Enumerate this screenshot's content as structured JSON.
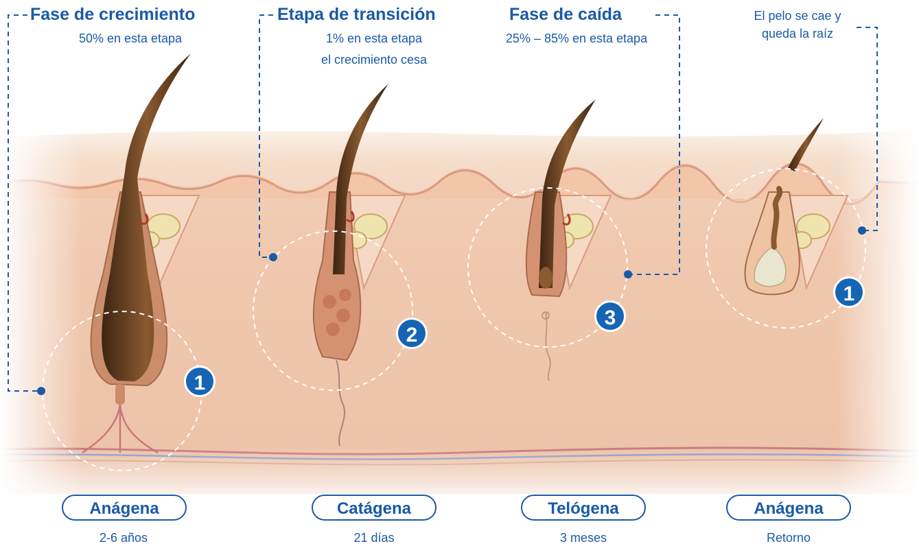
{
  "phases": [
    {
      "title": "Fase de crecimiento",
      "line1": "50% en esta etapa",
      "line2": "",
      "badge": "1",
      "name": "Anágena",
      "duration": "2-6 años"
    },
    {
      "title": "Etapa de transición",
      "line1": "1% en esta etapa",
      "line2": "el crecimiento cesa",
      "badge": "2",
      "name": "Catágena",
      "duration": "21 días"
    },
    {
      "title": "Fase de caída",
      "line1": "25% – 85% en esta etapa",
      "line2": "",
      "badge": "3",
      "name": "Telógena",
      "duration": "3 meses"
    },
    {
      "title": "",
      "line1": "El pelo se cae y",
      "line2": "queda la raíz",
      "badge": "1",
      "name": "Anágena",
      "duration": "Retorno"
    }
  ],
  "colors": {
    "accent": "#1a5aa6",
    "badge": "#1565b4",
    "skin": "#f0c7ae",
    "dermis": "#edc4ab",
    "hair": "#6b4423"
  }
}
